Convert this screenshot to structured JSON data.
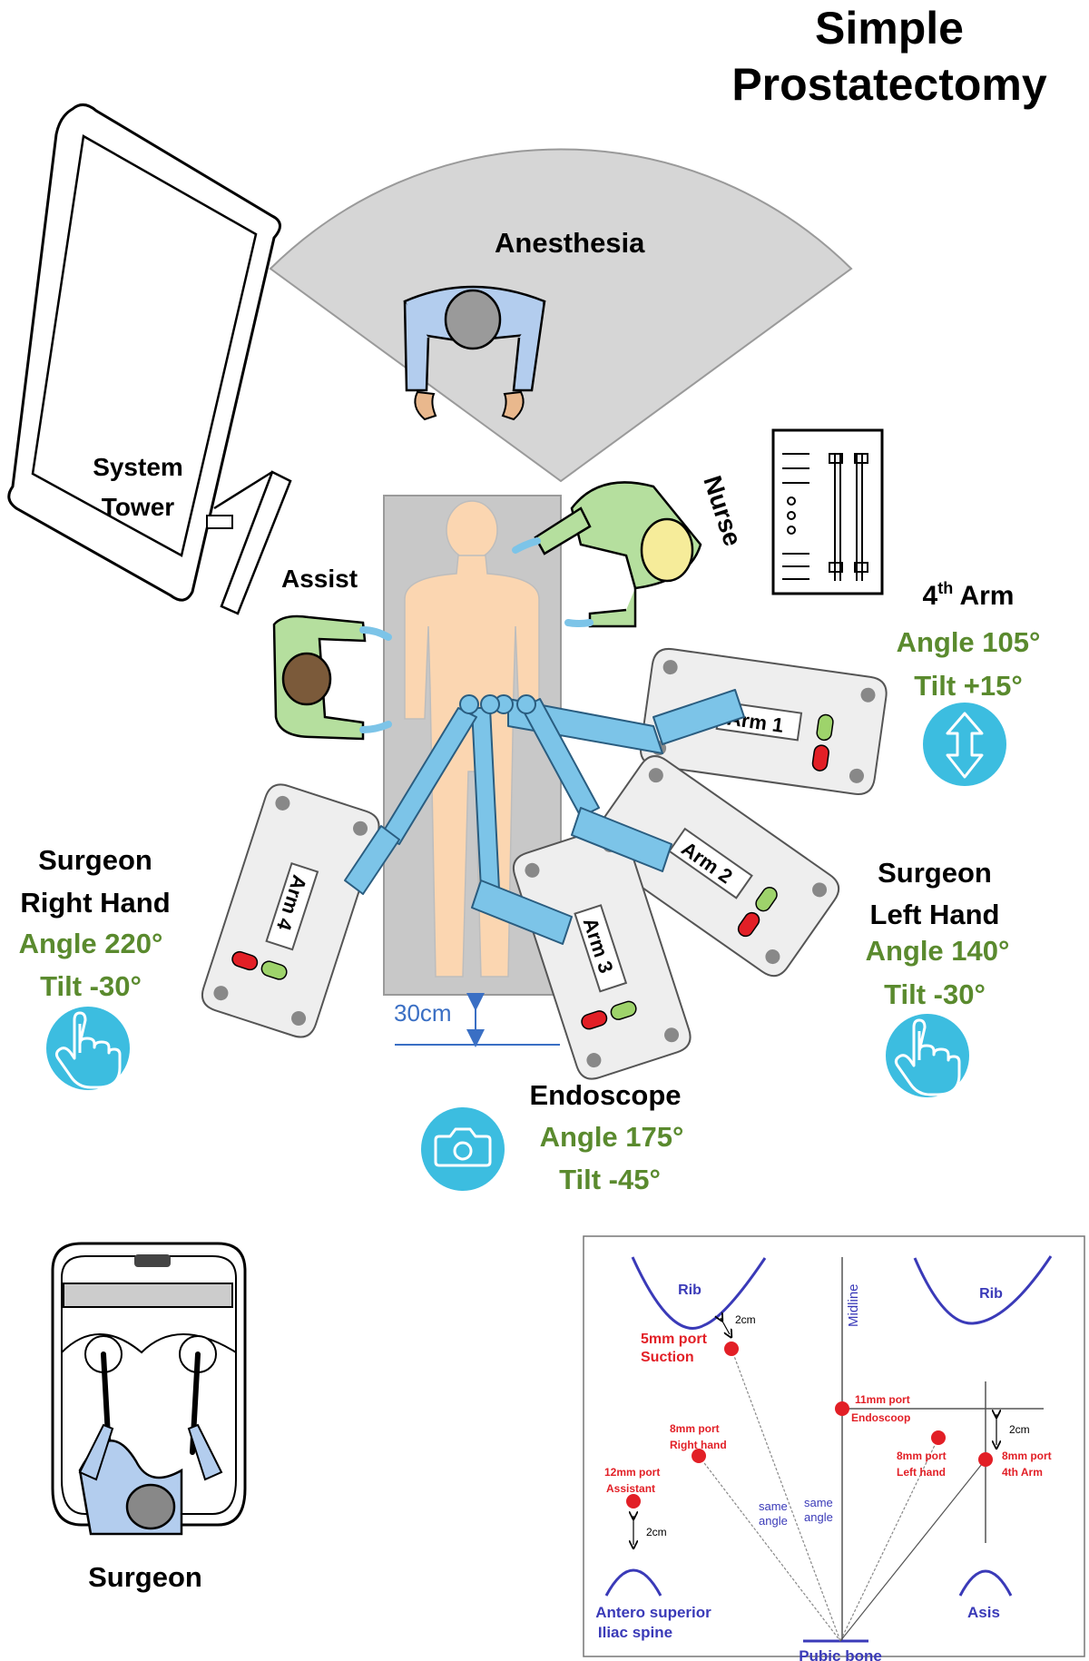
{
  "title": {
    "line1": "Simple",
    "line2": "Prostatectomy"
  },
  "room": {
    "anesthesia": "Anesthesia",
    "system_tower_line1": "System",
    "system_tower_line2": "Tower",
    "nurse": "Nurse",
    "assist": "Assist",
    "surgeon": "Surgeon",
    "distance": "30cm"
  },
  "arms": {
    "arm1": "Arm 1",
    "arm2": "Arm 2",
    "arm3": "Arm 3",
    "arm4": "Arm 4"
  },
  "fourth_arm": {
    "name": "4",
    "sup": "th",
    "name_rest": " Arm",
    "angle": "Angle 105°",
    "tilt": "Tilt +15°",
    "icon": "up-down-arrows-icon"
  },
  "surgeon_right": {
    "line1": "Surgeon",
    "line2": "Right Hand",
    "angle": "Angle 220°",
    "tilt": "Tilt -30°",
    "icon": "pointing-hand-icon"
  },
  "surgeon_left": {
    "line1": "Surgeon",
    "line2": "Left Hand",
    "angle": "Angle 140°",
    "tilt": "Tilt -30°",
    "icon": "pointing-hand-icon"
  },
  "endoscope": {
    "name": "Endoscope",
    "angle": "Angle 175°",
    "tilt": "Tilt -45°",
    "icon": "camera-icon"
  },
  "port_diagram": {
    "rib_left": "Rib",
    "rib_right": "Rib",
    "midline": "Midline",
    "suction_size": "5mm port",
    "suction_name": "Suction",
    "suction_gap": "2cm",
    "endoscope_size": "11mm port",
    "endoscope_name": "Endoscoop",
    "endoscope_gap": "2cm",
    "right_hand_size": "8mm port",
    "right_hand_name": "Right hand",
    "left_hand_size": "8mm port",
    "left_hand_name": "Left hand",
    "fourth_arm_size": "8mm port",
    "fourth_arm_name": "4th Arm",
    "assistant_size": "12mm port",
    "assistant_name": "Assistant",
    "assistant_gap": "2cm",
    "same_angle_1a": "same",
    "same_angle_1b": "angle",
    "same_angle_2a": "same",
    "same_angle_2b": "angle",
    "asis_left_1": "Antero superior",
    "asis_left_2": "Iliac spine",
    "asis_right": "Asis",
    "pubic_bone": "Pubic bone"
  },
  "colors": {
    "accent_blue": "#3cbde0",
    "robot_blue": "#7cc4e8",
    "label_green": "#5a8a2e",
    "port_red": "#e21f26",
    "anatomy_blue": "#3a3ab8",
    "skin": "#fbd6b1",
    "gown_green": "#b5df9e",
    "gown_blue": "#b3cdee"
  }
}
